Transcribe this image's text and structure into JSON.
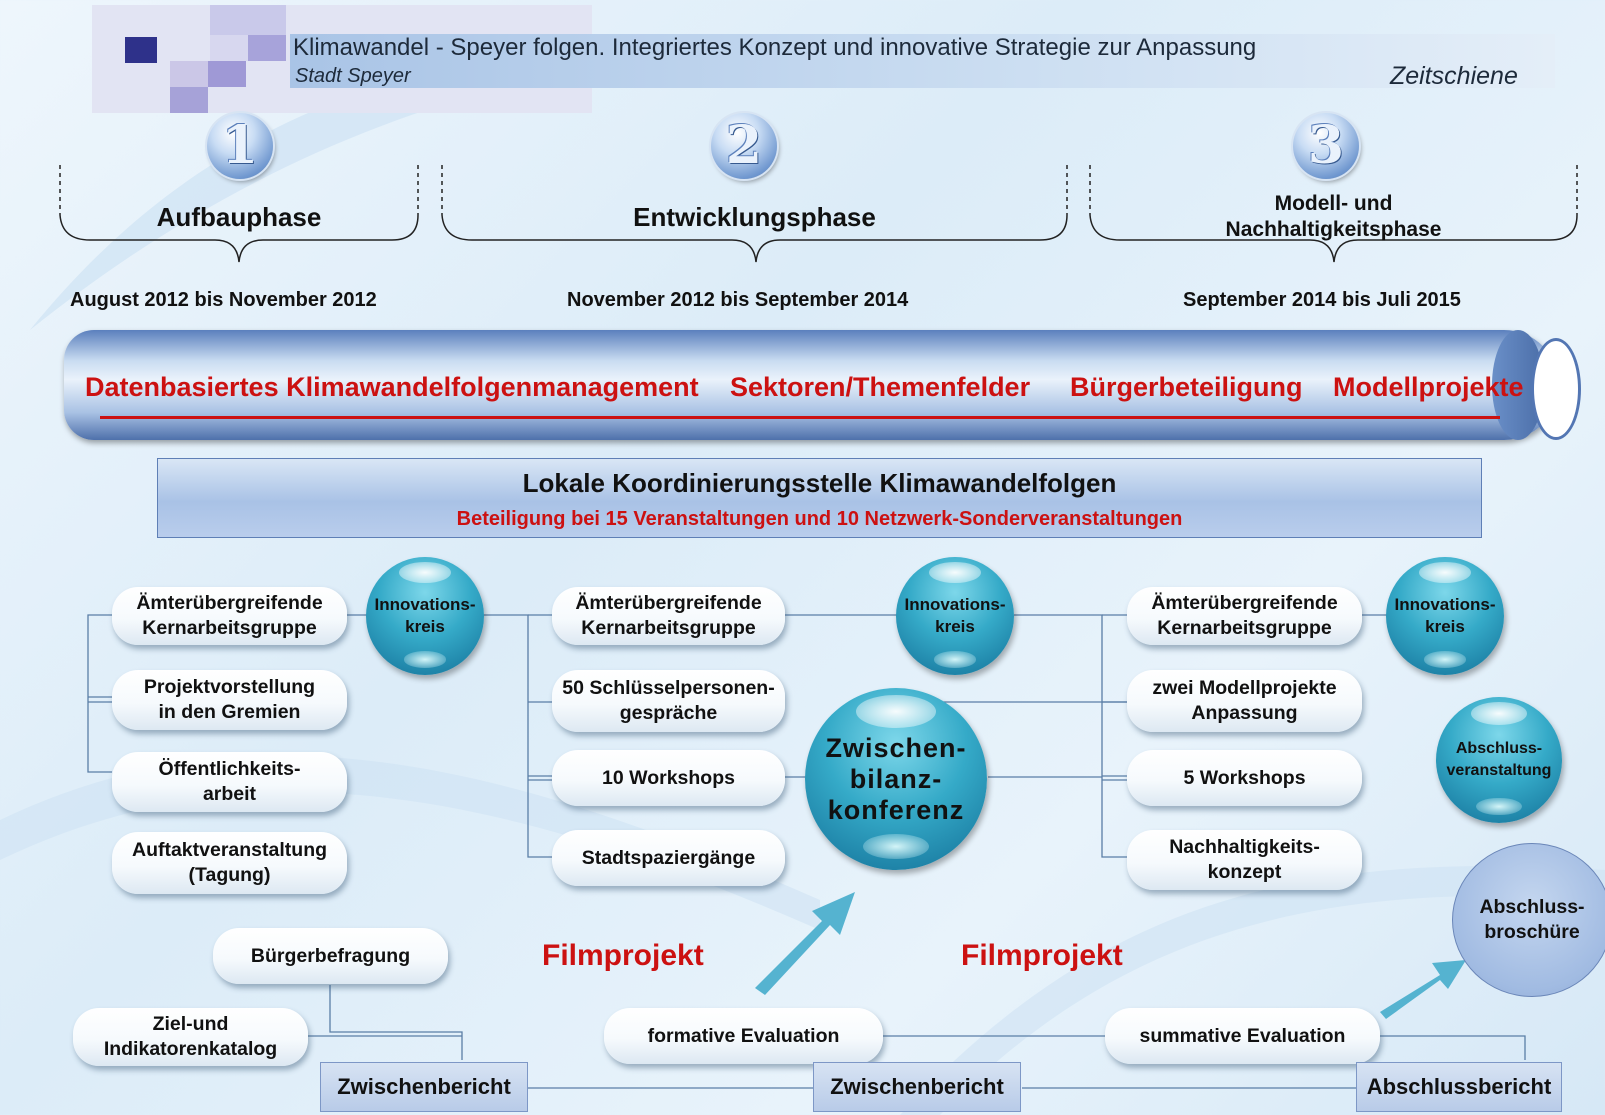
{
  "header": {
    "title": "Klimawandel - Speyer folgen. Integriertes Konzept und innovative Strategie zur Anpassung",
    "subtitle": "Stadt Speyer",
    "right_label": "Zeitschiene"
  },
  "phases": [
    {
      "number": "1",
      "name": "Aufbauphase",
      "dates": "August 2012 bis November 2012"
    },
    {
      "number": "2",
      "name": "Entwicklungsphase",
      "dates": "November 2012 bis September 2014"
    },
    {
      "number": "3",
      "name": "Modell- und\nNachhaltigkeitsphase",
      "dates": "September 2014 bis Juli 2015"
    }
  ],
  "tube": {
    "items": [
      "Datenbasiertes Klimawandelfolgenmanagement",
      "Sektoren/Themenfelder",
      "Bürgerbeteiligung",
      "Modellprojekte"
    ]
  },
  "coordination": {
    "title": "Lokale Koordinierungsstelle Klimawandelfolgen",
    "subtitle": "Beteiligung bei 15 Veranstaltungen und 10 Netzwerk-Sonderveranstaltungen"
  },
  "phase1": {
    "boxes": [
      "Ämterübergreifende\nKernarbeitsgruppe",
      "Projektvorstellung\nin den Gremien",
      "Öffentlichkeits-\narbeit",
      "Auftaktveranstaltung\n(Tagung)"
    ],
    "bubble": "Innovations-\nkreis"
  },
  "phase2": {
    "boxes": [
      "Ämterübergreifende\nKernarbeitsgruppe",
      "50 Schlüsselpersonen-\ngespräche",
      "10 Workshops",
      "Stadtspaziergänge"
    ],
    "bubble": "Innovations-\nkreis",
    "center_bubble": "Zwischen-\nbilanz-\nkonferenz"
  },
  "phase3": {
    "boxes": [
      "Ämterübergreifende\nKernarbeitsgruppe",
      "zwei Modellprojekte\nAnpassung",
      "5 Workshops",
      "Nachhaltigkeits-\nkonzept"
    ],
    "bubble": "Innovations-\nkreis",
    "closing_bubble": "Abschluss-\nveranstaltung",
    "brochure": "Abschluss-\nbroschüre"
  },
  "bottom": {
    "survey": "Bürgerbefragung",
    "catalog": "Ziel-und\nIndikatorenkatalog",
    "film_1": "Filmprojekt",
    "film_2": "Filmprojekt",
    "formative": "formative Evaluation",
    "summative": "summative Evaluation",
    "report_1": "Zwischenbericht",
    "report_2": "Zwischenbericht",
    "report_3": "Abschlussbericht"
  },
  "colors": {
    "accent_red": "#cc1111",
    "tube_blue": "#5b80bd",
    "bubble_teal": "#35aac8"
  }
}
